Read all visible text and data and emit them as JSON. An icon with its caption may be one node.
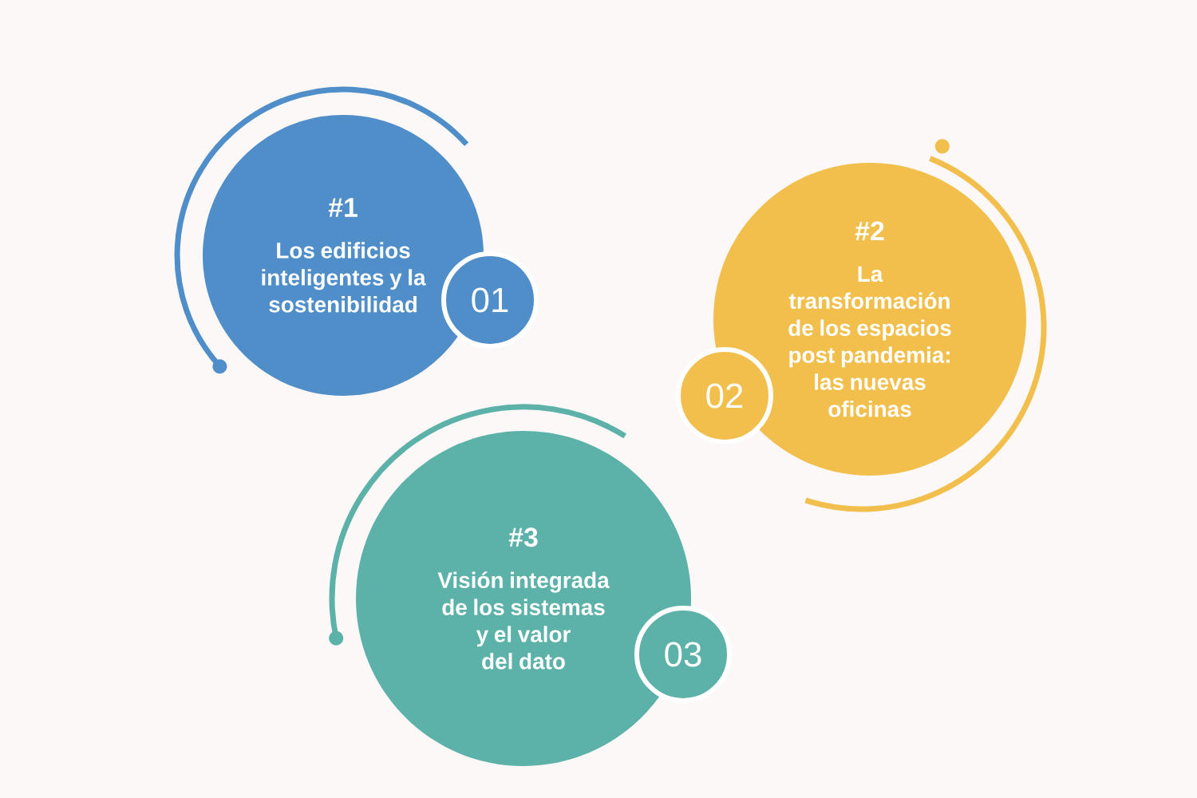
{
  "diagram": {
    "nodes": [
      {
        "text": [
          "#1",
          "Los edificios inteligentes y la sostenibilidad"
        ]
      },
      {
        "text": [
          "01"
        ]
      },
      {
        "text": [
          "#2",
          "La transformación de los espacios post pandemia: las nuevas oficinas"
        ]
      },
      {
        "text": [
          "02"
        ]
      },
      {
        "text": [
          "#3",
          "Visión integrada de los sistemas y el valor del dato"
        ]
      },
      {
        "text": [
          "03"
        ]
      }
    ]
  }
}
